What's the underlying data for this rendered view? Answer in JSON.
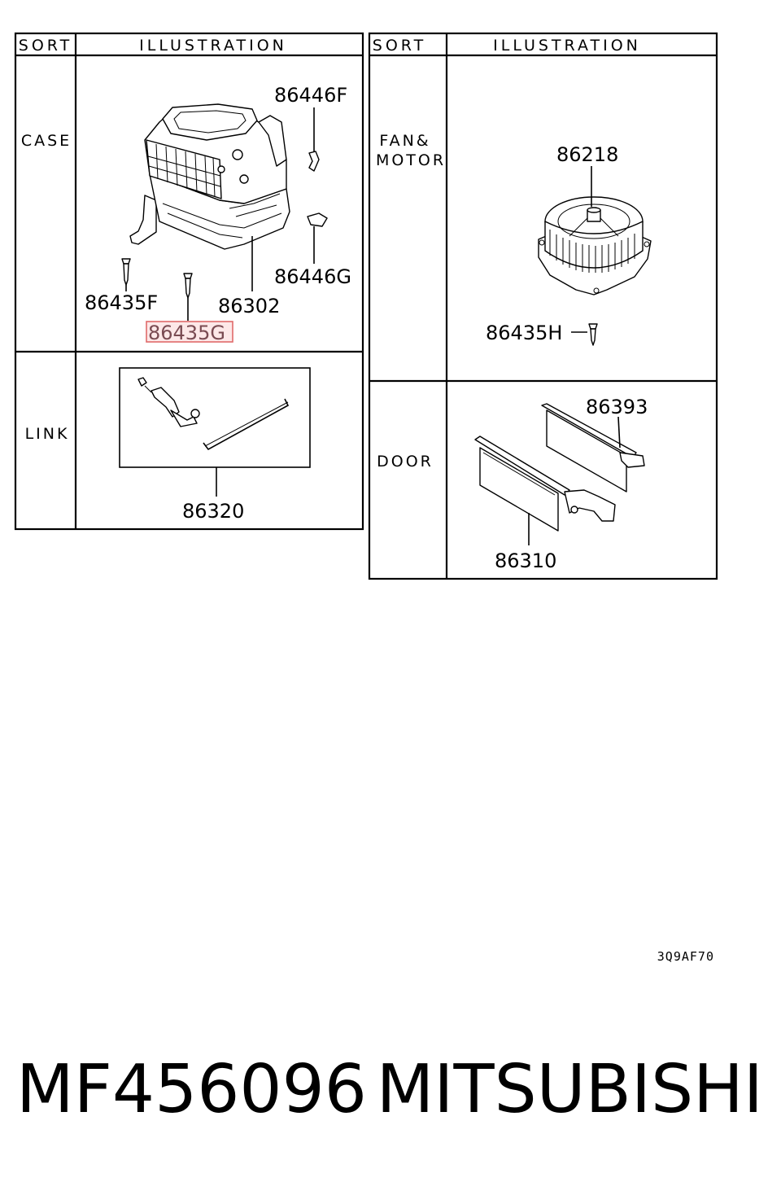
{
  "left_table": {
    "header_sort": "SORT",
    "header_illustration": "ILLUSTRATION",
    "rows": [
      {
        "sort": "CASE",
        "parts": [
          "86446F",
          "86446G",
          "86302",
          "86435F",
          "86435G"
        ],
        "highlighted_part": "86435G"
      },
      {
        "sort": "LINK",
        "parts": [
          "86320"
        ]
      }
    ]
  },
  "right_table": {
    "header_sort": "SORT",
    "header_illustration": "ILLUSTRATION",
    "rows": [
      {
        "sort_line1": "FAN&",
        "sort_line2": "MOTOR",
        "parts": [
          "86218",
          "86435H"
        ]
      },
      {
        "sort": "DOOR",
        "parts": [
          "86393",
          "86310"
        ]
      }
    ]
  },
  "diagram_code": "3Q9AF70",
  "footer": {
    "part_number": "MF456096",
    "brand": "MITSUBISHI"
  },
  "colors": {
    "highlight_border": "#e06a6a",
    "highlight_fill": "#fde8e8",
    "highlight_text": "#7a4b52"
  }
}
